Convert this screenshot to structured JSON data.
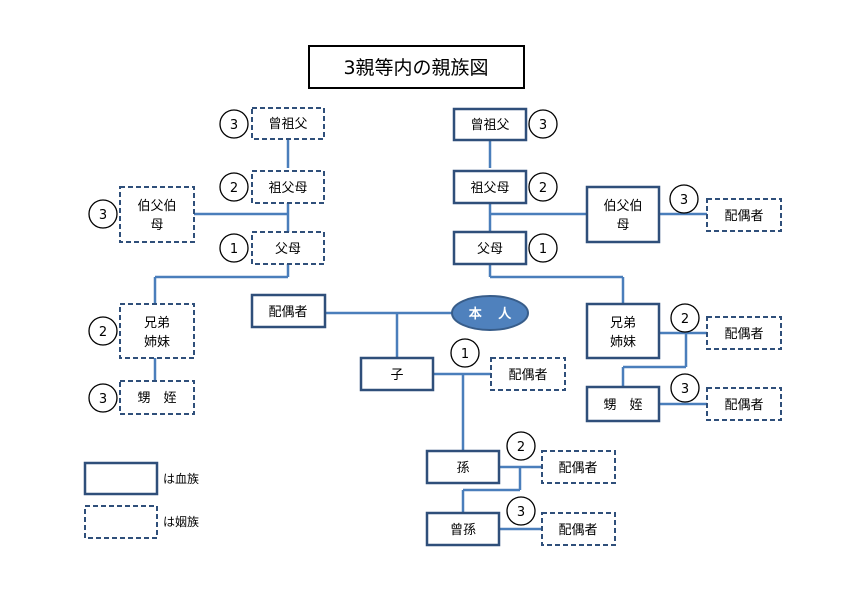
{
  "title": "3親等内の親族図",
  "self": "本 人",
  "nodes": {
    "l_great_grandparent": "曾祖父",
    "l_grandparent": "祖父母",
    "l_uncle_aunt_1": "伯父伯",
    "l_uncle_aunt_2": "母",
    "l_parents": "父母",
    "spouse": "配偶者",
    "l_siblings_1": "兄弟",
    "l_siblings_2": "姉妹",
    "l_nephew_niece": "甥　姪",
    "r_great_grandparent": "曾祖父",
    "r_grandparent": "祖父母",
    "r_uncle_aunt_1": "伯父伯",
    "r_uncle_aunt_2": "母",
    "r_uncle_aunt_spouse": "配偶者",
    "r_parents": "父母",
    "r_siblings_1": "兄弟",
    "r_siblings_2": "姉妹",
    "r_siblings_spouse": "配偶者",
    "r_nephew_niece": "甥　姪",
    "r_nephew_niece_spouse": "配偶者",
    "child": "子",
    "child_spouse": "配偶者",
    "grandchild": "孫",
    "grandchild_spouse": "配偶者",
    "great_grandchild": "曾孫",
    "great_grandchild_spouse": "配偶者"
  },
  "degrees": {
    "l_great_grandparent": "3",
    "l_grandparent": "2",
    "l_uncle_aunt": "3",
    "l_parents": "1",
    "l_siblings": "2",
    "l_nephew_niece": "3",
    "r_great_grandparent": "3",
    "r_grandparent": "2",
    "r_uncle_aunt": "3",
    "r_parents": "1",
    "r_siblings": "2",
    "r_nephew_niece": "3",
    "child": "1",
    "grandchild": "2",
    "great_grandchild": "3"
  },
  "legend": {
    "blood": "は血族",
    "marriage": "は姻族"
  },
  "colors": {
    "line": "#4a7ebb",
    "border": "#2f4f7a",
    "self_fill": "#4f81bd"
  }
}
